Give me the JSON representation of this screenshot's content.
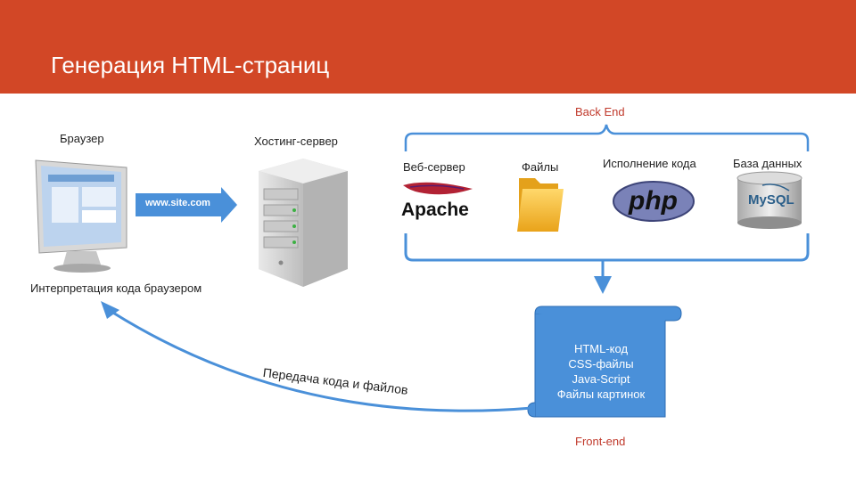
{
  "title": "Генерация HTML-страниц",
  "labels": {
    "back_end": "Back End",
    "browser": "Браузер",
    "hosting": "Хостинг-сервер",
    "web_server": "Веб-сервер",
    "files": "Файлы",
    "code_exec": "Исполнение кода",
    "database": "База данных",
    "interpretation": "Интерпретация кода браузером",
    "transfer": "Передача кода и файлов",
    "front_end": "Front-end"
  },
  "url": "www.site.com",
  "logos": {
    "apache": "Apache",
    "php": "php",
    "mysql": "MySQL"
  },
  "scroll_lines": [
    "HTML-код",
    "CSS-файлы",
    "Java-Script",
    "Файлы картинок"
  ],
  "colors": {
    "header": "#d24726",
    "accent_blue": "#4a90d9",
    "label_red": "#c0392b"
  },
  "icons": [
    "monitor-icon",
    "server-icon",
    "apache-feather-icon",
    "folder-icon",
    "php-logo-icon",
    "mysql-logo-icon",
    "scroll-icon"
  ]
}
